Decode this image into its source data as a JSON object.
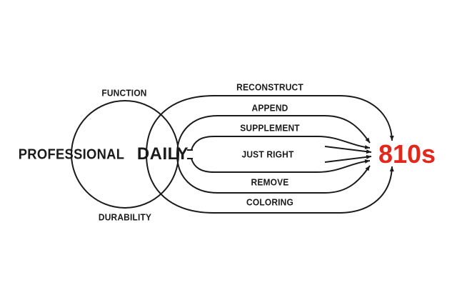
{
  "diagram": {
    "left_circle": {
      "top_label": "FUNCTION",
      "center_label": "PROFESSIONAL",
      "bottom_label": "DURABILITY"
    },
    "center_label": "DAILY",
    "paths": {
      "reconstruct": "RECONSTRUCT",
      "append": "APPEND",
      "supplement": "SUPPLEMENT",
      "just_right": "JUST RIGHT",
      "remove": "REMOVE",
      "coloring": "COLORING"
    },
    "target_label": "810s",
    "colors": {
      "line": "#1a1a1a",
      "text": "#1a1a1a",
      "accent": "#e3281b"
    }
  }
}
